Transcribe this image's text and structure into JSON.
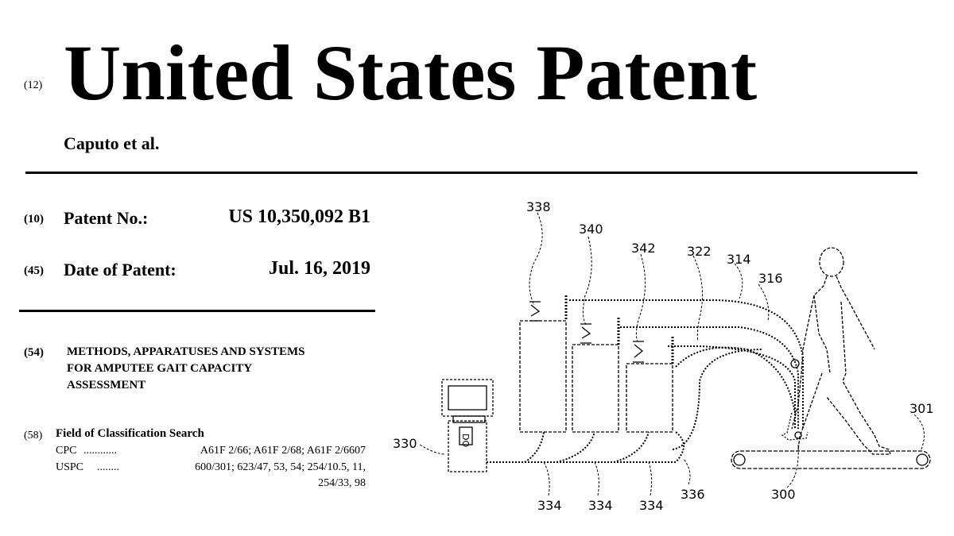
{
  "header": {
    "code": "(12)",
    "title": "United States Patent",
    "inventors": "Caputo et al."
  },
  "patent_no": {
    "code": "(10)",
    "label": "Patent No.:",
    "value": "US 10,350,092 B1"
  },
  "date": {
    "code": "(45)",
    "label": "Date of Patent:",
    "value": "Jul. 16, 2019"
  },
  "invention": {
    "code": "(54)",
    "lines": [
      "METHODS, APPARATUSES AND SYSTEMS",
      "FOR AMPUTEE GAIT CAPACITY",
      "ASSESSMENT"
    ]
  },
  "classification": {
    "code": "(58)",
    "heading": "Field of Classification Search",
    "cpc_label": "CPC",
    "cpc_dots": "............",
    "cpc_value": "A61F 2/66; A61F 2/68; A61F 2/6607",
    "uspc_label": "USPC",
    "uspc_dots": "........",
    "uspc_value": "600/301; 623/47, 53, 54; 254/10.5, 11,",
    "uspc_value2": "254/33, 98"
  },
  "drawing": {
    "refs": {
      "r338": "338",
      "r340": "340",
      "r342": "342",
      "r322": "322",
      "r314": "314",
      "r316": "316",
      "r301": "301",
      "r330": "330",
      "r334a": "334",
      "r334b": "334",
      "r334c": "334",
      "r336": "336",
      "r300": "300"
    },
    "monitor_text": "DO"
  }
}
